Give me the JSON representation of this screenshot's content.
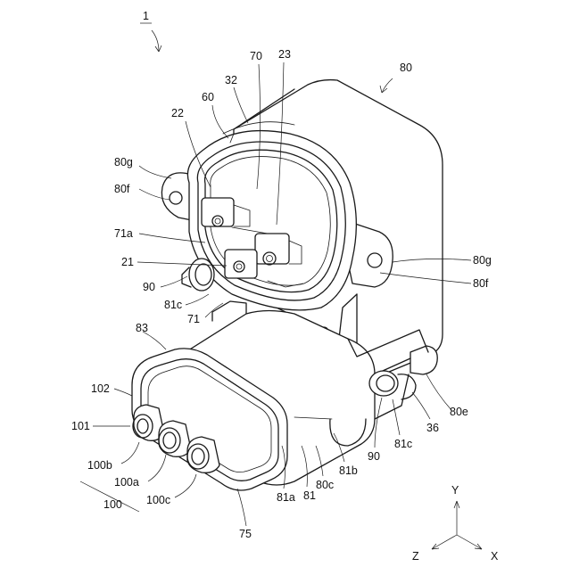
{
  "figure": {
    "reference_numerals": [
      {
        "id": "n1",
        "text": "1"
      },
      {
        "id": "n80",
        "text": "80"
      },
      {
        "id": "n70",
        "text": "70"
      },
      {
        "id": "n23",
        "text": "23"
      },
      {
        "id": "n32",
        "text": "32"
      },
      {
        "id": "n60",
        "text": "60"
      },
      {
        "id": "n22",
        "text": "22"
      },
      {
        "id": "n80g_l",
        "text": "80g"
      },
      {
        "id": "n80f_l",
        "text": "80f"
      },
      {
        "id": "n71a",
        "text": "71a"
      },
      {
        "id": "n21",
        "text": "21"
      },
      {
        "id": "n90_l",
        "text": "90"
      },
      {
        "id": "n81c_l",
        "text": "81c"
      },
      {
        "id": "n71",
        "text": "71"
      },
      {
        "id": "n83",
        "text": "83"
      },
      {
        "id": "n102",
        "text": "102"
      },
      {
        "id": "n101",
        "text": "101"
      },
      {
        "id": "n100b",
        "text": "100b"
      },
      {
        "id": "n100a",
        "text": "100a"
      },
      {
        "id": "n100c",
        "text": "100c"
      },
      {
        "id": "n100",
        "text": "100"
      },
      {
        "id": "n75",
        "text": "75"
      },
      {
        "id": "n81a",
        "text": "81a"
      },
      {
        "id": "n81",
        "text": "81"
      },
      {
        "id": "n80c",
        "text": "80c"
      },
      {
        "id": "n81b",
        "text": "81b"
      },
      {
        "id": "n90_r",
        "text": "90"
      },
      {
        "id": "n81c_r",
        "text": "81c"
      },
      {
        "id": "n36",
        "text": "36"
      },
      {
        "id": "n80e",
        "text": "80e"
      },
      {
        "id": "n80g_r",
        "text": "80g"
      },
      {
        "id": "n80f_r",
        "text": "80f"
      }
    ],
    "axes": {
      "y": "Y",
      "z": "Z",
      "x": "X"
    }
  }
}
